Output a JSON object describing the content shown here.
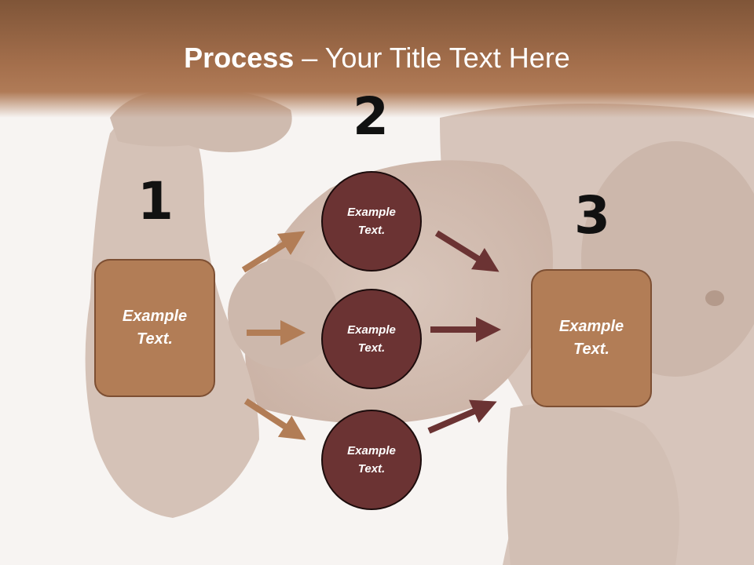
{
  "title": {
    "bold": "Process",
    "rest": " – Your Title Text Here"
  },
  "steps": {
    "step1": {
      "number": "1",
      "text": "Example\nText."
    },
    "step2": {
      "number": "2",
      "circles": [
        {
          "text": "Example\nText."
        },
        {
          "text": "Example\nText."
        },
        {
          "text": "Example\nText."
        }
      ]
    },
    "step3": {
      "number": "3",
      "text": "Example\nText."
    }
  },
  "colors": {
    "header": "#a46f4c",
    "box_fill": "#b27d56",
    "circle_fill": "#6b3333",
    "arrow_light": "#b27d56",
    "arrow_dark": "#6b3333"
  }
}
